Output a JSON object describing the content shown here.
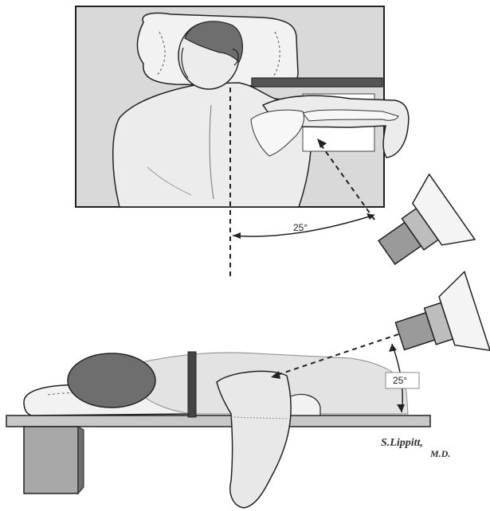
{
  "top_view": {
    "angle_label": "25°"
  },
  "side_view": {
    "angle_label": "25°"
  },
  "signature": {
    "line1": "S.Lippitt,",
    "line2": "M.D."
  },
  "colors": {
    "skin": "#e3e3e3",
    "hair": "#6e6e6e",
    "panel": "#d9d9d9",
    "table": "#c8c8c8",
    "tube": "#9a9a9a",
    "line": "#222222"
  }
}
